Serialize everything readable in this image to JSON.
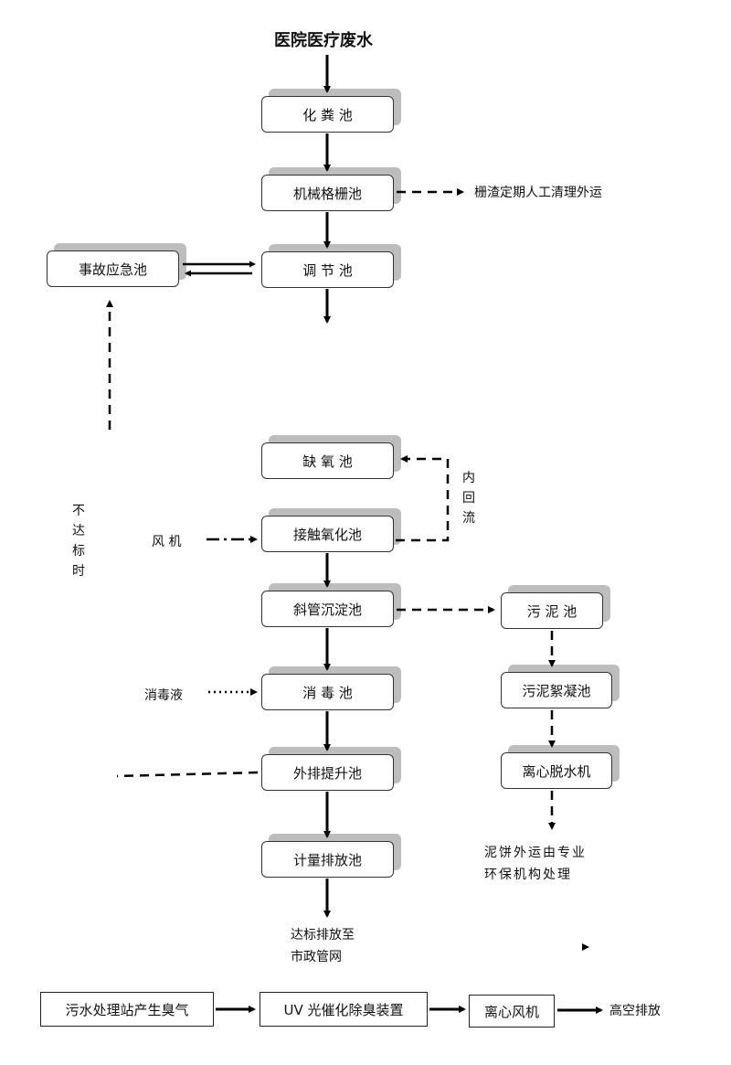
{
  "title": "医院医疗废水",
  "boxes": {
    "septic": "化 粪 池",
    "screen": "机械格栅池",
    "emergency": "事故应急池",
    "regulating": "调 节 池",
    "anoxic": "缺 氧 池",
    "contact_oxidation": "接触氧化池",
    "inclined_settling": "斜管沉淀池",
    "disinfection": "消 毒 池",
    "lift": "外排提升池",
    "metering": "计量排放池",
    "sludge_tank": "污 泥 池",
    "sludge_floc": "污泥絮凝池",
    "centrifuge": "离心脱水机"
  },
  "labels": {
    "screen_residue": "栅渣定期人工清理外运",
    "internal_reflux": "内回流",
    "not_compliant": "不达标时",
    "blower": "风 机",
    "disinfectant": "消毒液",
    "discharge_line1": "达标排放至",
    "discharge_line2": "市政管网",
    "sludge_cake_line1": "泥饼外运由专业",
    "sludge_cake_line2": "环保机构处理"
  },
  "odor": {
    "source": "污水处理站产生臭气",
    "uv_device": "UV 光催化除臭装置",
    "fan": "离心风机",
    "exhaust": "高空排放"
  }
}
